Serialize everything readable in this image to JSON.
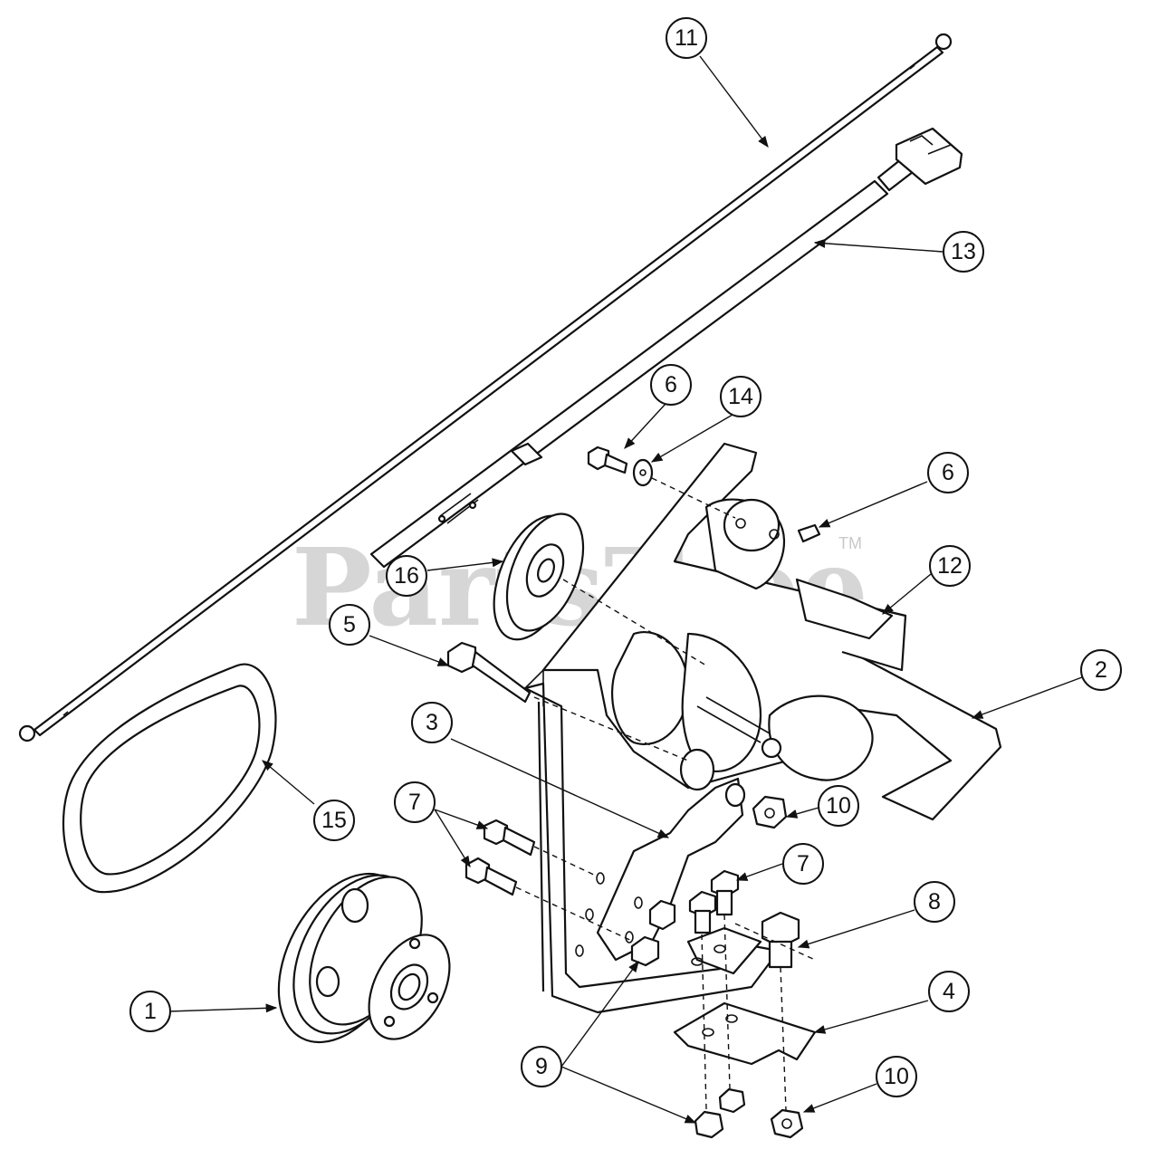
{
  "watermark": {
    "text": "PartsTree",
    "trademark": "TM"
  },
  "callouts": {
    "c1": "1",
    "c2": "2",
    "c3": "3",
    "c4": "4",
    "c5": "5",
    "c6a": "6",
    "c6b": "6",
    "c7a": "7",
    "c7b": "7",
    "c8": "8",
    "c9": "9",
    "c10a": "10",
    "c10b": "10",
    "c11": "11",
    "c12": "12",
    "c13": "13",
    "c14": "14",
    "c15": "15",
    "c16": "16"
  }
}
